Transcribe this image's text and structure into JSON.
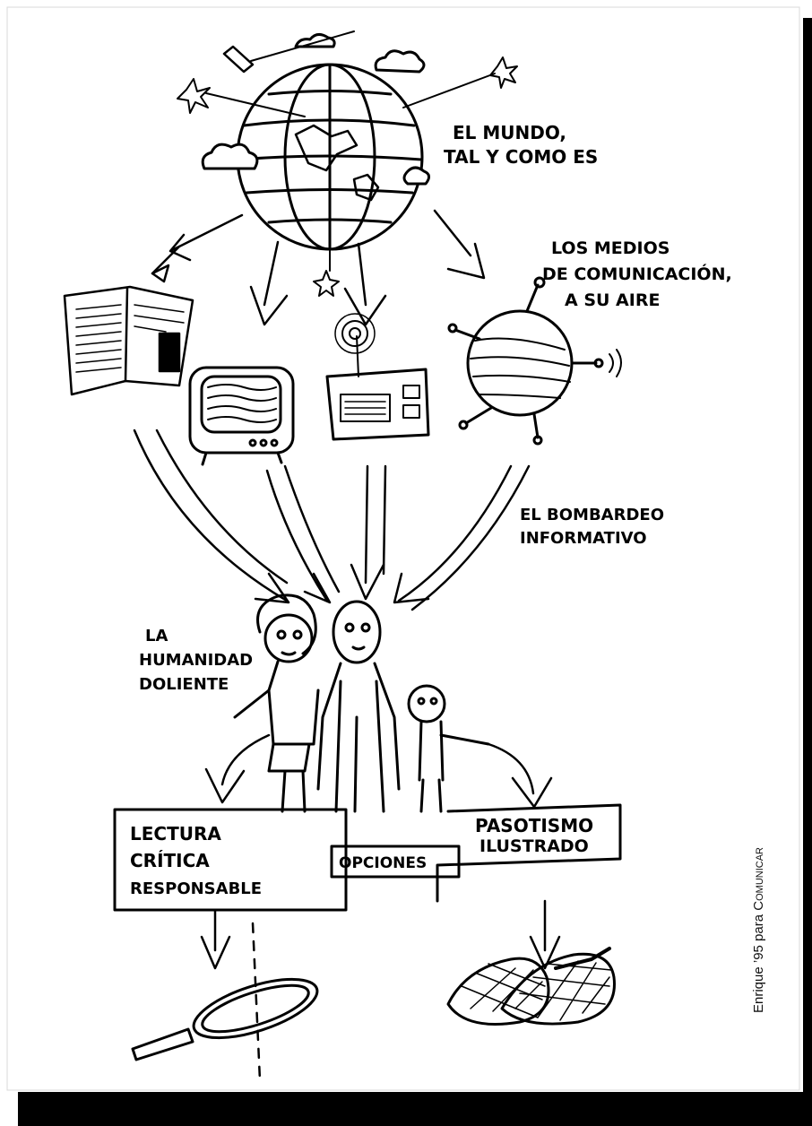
{
  "illustration": {
    "world_label": [
      "EL MUNDO,",
      "TAL Y COMO ES"
    ],
    "media_label": [
      "LOS MEDIOS",
      "DE COMUNICACIÓN,",
      "A SU AIRE"
    ],
    "bombardment_label": [
      "EL BOMBARDEO",
      "INFORMATIVO"
    ],
    "humanity_label": [
      "LA",
      "HUMANIDAD",
      "DOLIENTE"
    ],
    "option_left": [
      "LECTURA",
      "CRÍTICA",
      "RESPONSABLE"
    ],
    "options_center": "OPCIONES",
    "option_right": [
      "PASOTISMO",
      "ILUSTRADO"
    ],
    "signature": "ENRIQUE_95"
  },
  "credit": {
    "author": "Enrique ’95 para ",
    "publication_initial": "C",
    "publication_rest": "omunicar"
  }
}
